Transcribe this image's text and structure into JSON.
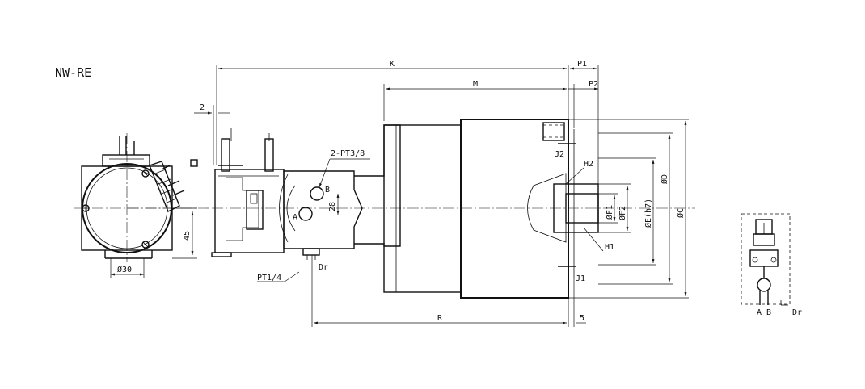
{
  "title": "NW-RE",
  "labels": {
    "K": "K",
    "P1": "P1",
    "M": "M",
    "P2": "P2",
    "two": "2",
    "pt38": "2-PT3/8",
    "B": "B",
    "A": "A",
    "d28": "28",
    "J2": "J2",
    "H2": "H2",
    "OD": "ØD",
    "OC": "ØC",
    "OF1": "ØF1",
    "OF2": "ØF2",
    "OE": "ØE(h7)",
    "H1": "H1",
    "J1": "J1",
    "d45": "45",
    "d30": "Ø30",
    "Dr": "Dr",
    "pt14": "PT1/4",
    "R": "R",
    "five": "5",
    "schem_A": "A",
    "schem_B": "B",
    "schem_Dr": "Dr"
  }
}
